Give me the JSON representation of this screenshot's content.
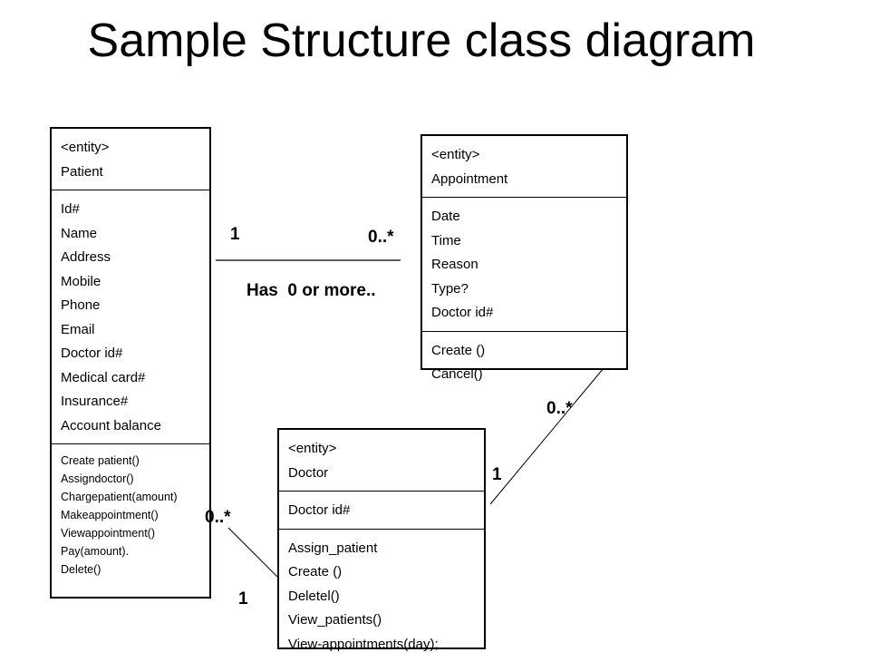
{
  "title": "Sample Structure class diagram",
  "classes": {
    "patient": {
      "stereotype": "<entity>",
      "name": "Patient",
      "attributes": [
        "Id#",
        "Name",
        "Address",
        "Mobile",
        "Phone",
        "Email",
        "Doctor id#",
        "Medical card#",
        "Insurance#",
        "Account balance"
      ],
      "methods": [
        "Create patient()",
        "Assigndoctor()",
        "Chargepatient(amount)",
        "Makeappointment()",
        "Viewappointment()",
        "Pay(amount).",
        "Delete()"
      ]
    },
    "appointment": {
      "stereotype": "<entity>",
      "name": "Appointment",
      "attributes": [
        "Date",
        "Time",
        "Reason",
        "Type?",
        "Doctor id#"
      ],
      "methods": [
        "Create ()",
        "Cancel()"
      ]
    },
    "doctor": {
      "stereotype": "<entity>",
      "name": "Doctor",
      "attributes": [
        "Doctor id#"
      ],
      "methods": [
        "Assign_patient",
        "Create ()",
        "Deletel()",
        "View_patients()",
        "View-appointments(day);"
      ]
    }
  },
  "associations": {
    "patient_appointment": {
      "left_mult": "1",
      "right_mult": "0..*",
      "label": "Has  0 or more.."
    },
    "appointment_doctor": {
      "appointment_mult": "0..*",
      "doctor_mult": "1"
    },
    "patient_doctor": {
      "patient_mult": "0..*",
      "doctor_mult": "1"
    }
  }
}
